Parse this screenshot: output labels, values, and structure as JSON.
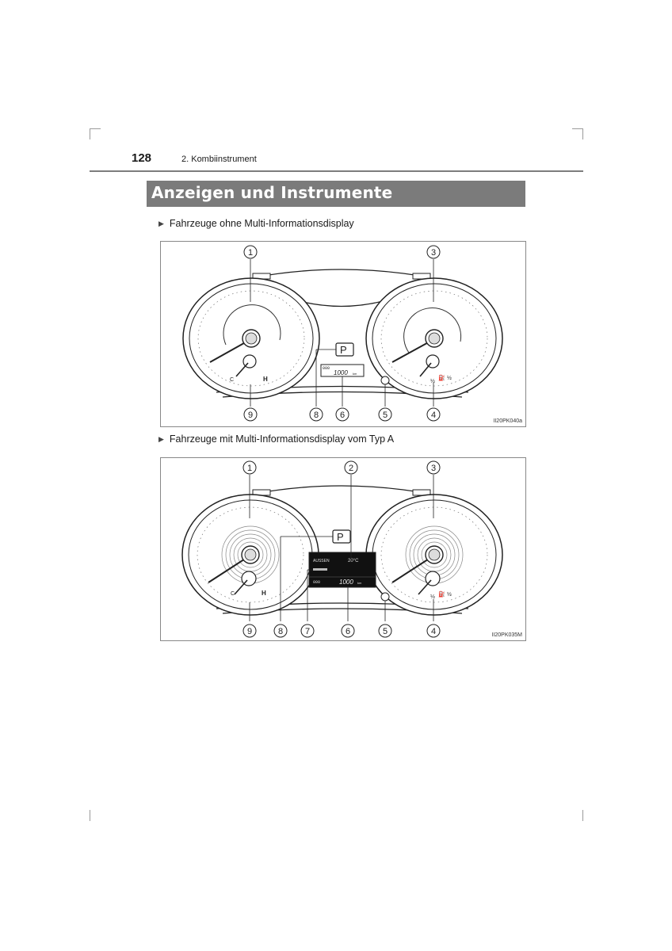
{
  "page": {
    "number": "128",
    "chapter": "2. Kombiinstrument"
  },
  "section": {
    "title": "Anzeigen und Instrumente"
  },
  "figures": [
    {
      "caption": "Fahrzeuge ohne Multi-Informationsdisplay",
      "code": "II20PK040a",
      "callouts_top": [
        "1",
        "3"
      ],
      "callouts_bottom": [
        "9",
        "8",
        "6",
        "5",
        "4"
      ],
      "shift_indicator": "P",
      "odometer": "1000",
      "odometer_unit": "km",
      "trip_label": "000"
    },
    {
      "caption": "Fahrzeuge mit Multi-Informationsdisplay vom Typ A",
      "code": "II20PK035M",
      "callouts_top": [
        "1",
        "2",
        "3"
      ],
      "callouts_bottom": [
        "9",
        "8",
        "7",
        "6",
        "5",
        "4"
      ],
      "shift_indicator": "P",
      "outside_label": "AUSSEN",
      "outside_temp": "20°C",
      "odometer": "1000",
      "odometer_unit": "km",
      "trip_label": "000"
    }
  ],
  "gauge_labels": {
    "temp_hot": "H",
    "temp_cold": "C",
    "fuel_half": "½",
    "fuel_full": "½"
  }
}
